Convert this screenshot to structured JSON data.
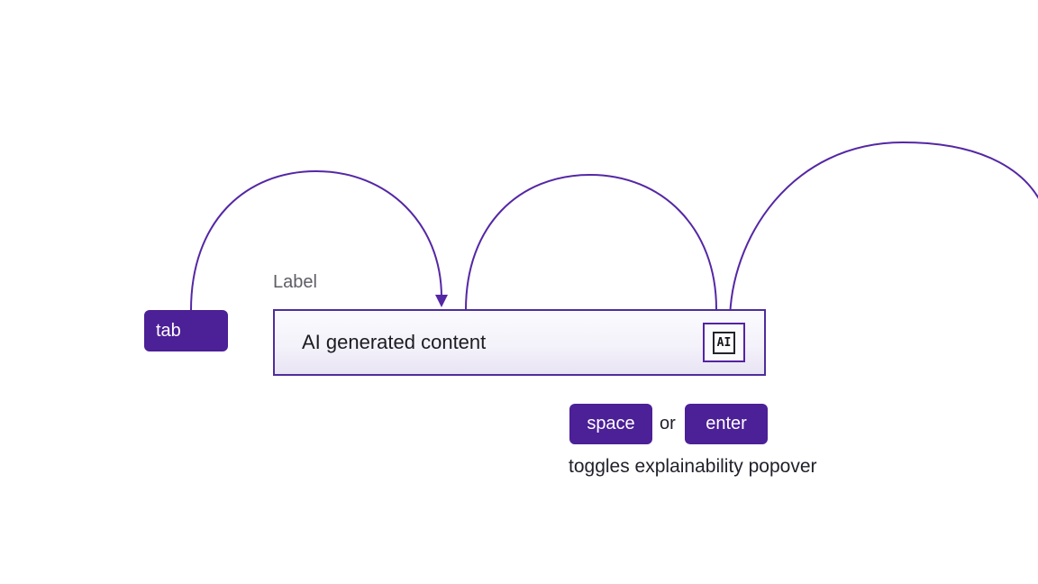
{
  "keys": {
    "tab": "tab",
    "space": "space",
    "enter": "enter"
  },
  "connector_or": "or",
  "caption": "toggles explainability popover",
  "field": {
    "label": "Label",
    "value": "AI generated content",
    "badge": "AI"
  },
  "colors": {
    "keycap_background": "#4c2096",
    "arc_stroke": "#5427a5",
    "field_border": "#4f2d9c",
    "field_background_top": "#fbfbfe",
    "field_background_bottom": "#e8e4f4",
    "badge_focus_border": "#5623a2",
    "badge_border": "#23232b",
    "label_text": "#5d5d66",
    "body_text": "#21212b",
    "keycap_text": "#ffffff"
  }
}
